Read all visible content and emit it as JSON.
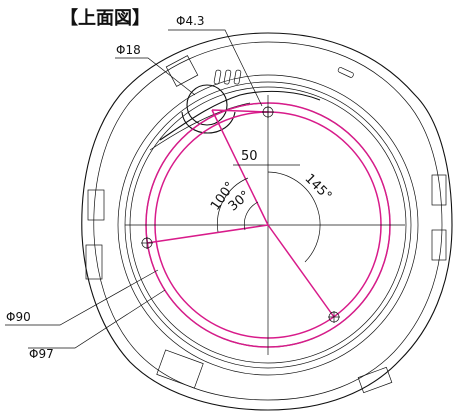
{
  "title": "【上面図】",
  "labels": {
    "phi43": "Φ4.3",
    "phi18": "Φ18",
    "d50": "50",
    "a100": "100°",
    "a30": "30°",
    "a145": "145°",
    "phi90": "Φ90",
    "phi97": "Φ97"
  },
  "colors": {
    "drawing": "#111111",
    "mounting_circles": "#d81b8a"
  }
}
